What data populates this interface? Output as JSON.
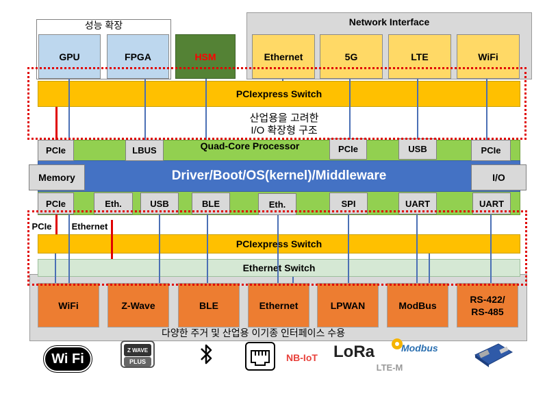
{
  "groups": {
    "performance_label": "성능 확장",
    "network_label": "Network Interface"
  },
  "top_modules": {
    "gpu": "GPU",
    "fpga": "FPGA",
    "hsm": "HSM",
    "ethernet": "Ethernet",
    "g5": "5G",
    "lte": "LTE",
    "wifi": "WiFi"
  },
  "buses": {
    "pcie_switch_top": "PCIexpress Switch",
    "pcie_switch_bottom": "PCIexpress Switch",
    "ethernet_switch": "Ethernet Switch"
  },
  "annotations": {
    "industrial_line1": "산업용을 고려한",
    "industrial_line2": "I/O 확장형 구조",
    "bottom_note": "다양한 주거 및 산업용 이기종 인터페이스 수용",
    "pcie_side": "PCIe",
    "ethernet_side": "Ethernet"
  },
  "processor": {
    "title": "Quad-Core Processor",
    "layer": "Driver/Boot/OS(kernel)/Middleware",
    "memory": "Memory",
    "io": "I/O"
  },
  "top_ports": [
    "PCIe",
    "LBUS",
    "PCIe",
    "USB",
    "PCIe"
  ],
  "bottom_ports": [
    "PCIe",
    "Eth.",
    "USB",
    "BLE",
    "Eth.",
    "SPI",
    "UART",
    "UART"
  ],
  "bottom_modules": [
    "WiFi",
    "Z-Wave",
    "BLE",
    "Ethernet",
    "LPWAN",
    "ModBus",
    "RS-422/\nRS-485"
  ],
  "logos": {
    "wifi": "Wi Fi",
    "zwave_top": "Z WAVE",
    "zwave_bottom": "PLUS",
    "bluetooth": "bluetooth-icon",
    "ethernet_port": "ethernet-port-icon",
    "nbiot": "NB-IoT",
    "lora": "LoRa",
    "ltem": "LTE-M",
    "modbus": "Modbus",
    "serial": "serial-adapter-icon"
  },
  "colors": {
    "pcie_switch": "#ffc000",
    "processor": "#92d050",
    "middleware": "#4472c4",
    "io_modules": "#ed7d31",
    "network_modules": "#ffd966",
    "performance_modules": "#bdd7ee",
    "hsm": "#548235",
    "highlight": "#e00000"
  }
}
